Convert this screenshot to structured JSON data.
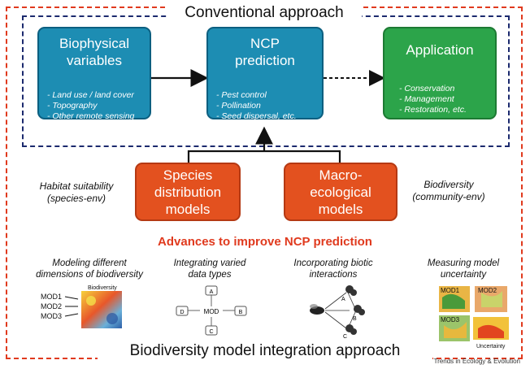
{
  "titles": {
    "conventional": "Conventional approach",
    "integration": "Biodiversity model integration approach",
    "advances": "Advances to improve NCP prediction"
  },
  "boxes": {
    "biophysical": {
      "title_line1": "Biophysical",
      "title_line2": "variables",
      "items": [
        "- Land use / land cover",
        "- Topography",
        "- Other remote sensing"
      ]
    },
    "ncp": {
      "title_line1": "NCP",
      "title_line2": "prediction",
      "items": [
        "- Pest control",
        "- Pollination",
        "- Seed dispersal, etc."
      ]
    },
    "application": {
      "title": "Application",
      "items": [
        "- Conservation",
        "- Management",
        "- Restoration, etc."
      ]
    },
    "sdm": {
      "line1": "Species",
      "line2": "distribution",
      "line3": "models"
    },
    "macro": {
      "line1": "Macro-",
      "line2": "ecological",
      "line3": "models"
    }
  },
  "side_labels": {
    "habitat_line1": "Habitat suitability",
    "habitat_line2": "(species-env)",
    "biodiversity_line1": "Biodiversity",
    "biodiversity_line2": "(community-env)"
  },
  "panels": {
    "dimensions": {
      "title_line1": "Modeling different",
      "title_line2": "dimensions of biodiversity",
      "mods": [
        "MOD1",
        "MOD2",
        "MOD3"
      ],
      "map_label": "Biodiversity"
    },
    "data_types": {
      "title_line1": "Integrating varied",
      "title_line2": "data types",
      "center": "MOD",
      "nodes": [
        "A",
        "B",
        "C",
        "D"
      ]
    },
    "biotic": {
      "title_line1": "Incorporating biotic",
      "title_line2": "interactions",
      "nodes": [
        "A",
        "B",
        "C"
      ]
    },
    "uncertainty": {
      "title_line1": "Measuring model",
      "title_line2": "uncertainty",
      "mods": [
        "MOD1",
        "MOD2",
        "MOD3"
      ],
      "result_label": "Uncertainty"
    }
  },
  "credit": "Trends in Ecology & Evolution",
  "colors": {
    "blue_box": "#1d8db3",
    "green_box": "#2ca44a",
    "orange_box": "#e3511f",
    "outer_dash": "#e03a1e",
    "inner_dash": "#1c2a6e"
  }
}
